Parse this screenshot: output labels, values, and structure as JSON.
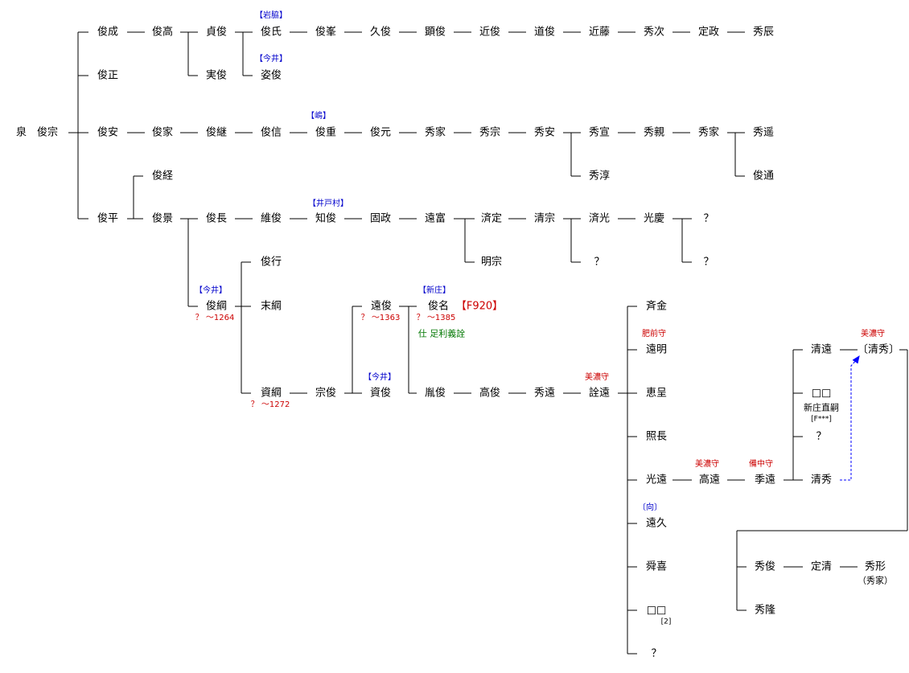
{
  "tree": {
    "root": "泉　俊宗",
    "r1": [
      "俊成",
      "俊高",
      "貞俊",
      "俊氏",
      "俊峯",
      "久俊",
      "顕俊",
      "近俊",
      "道俊",
      "近藤",
      "秀次",
      "定政",
      "秀辰"
    ],
    "r1_labels": {
      "iwawaki": "【岩脇】",
      "imai": "【今井】"
    },
    "r2": {
      "toshimasa": "俊正",
      "sanetoshi": "実俊",
      "shitoshi": "姿俊"
    },
    "r3": [
      "俊安",
      "俊家",
      "俊継",
      "俊信",
      "俊重",
      "俊元",
      "秀家",
      "秀宗",
      "秀安",
      "秀宣",
      "秀親",
      "秀家",
      "秀遥"
    ],
    "r3_label": "【嶋】",
    "r4": {
      "hidejun": "秀淳",
      "toshitsu": "俊通",
      "toshitsune": "俊経"
    },
    "r5": [
      "俊平",
      "俊景",
      "俊長",
      "維俊",
      "知俊",
      "固政",
      "遠富",
      "済定",
      "清宗",
      "済光",
      "光慶",
      "？"
    ],
    "r5_label": "【井戸村】",
    "r6": {
      "toshiyuki": "俊行",
      "akimune": "明宗",
      "q1": "？",
      "q2": "？"
    },
    "r7": {
      "label_imai": "【今井】",
      "toshitsuna": "俊綱",
      "suetsuna": "末綱",
      "toshitsuna_date": "？ ～1264",
      "tootoshi": "遠俊",
      "tootoshi_date": "？ ～1363",
      "label_shinjo": "【新庄】",
      "toshina": "俊名",
      "f920": "【F920】",
      "toshina_date": "？ ～1385",
      "service": "仕 足利義詮",
      "seikin": "斉金"
    },
    "r8": {
      "hizen": "肥前守",
      "toomei": "遠明"
    },
    "r9": {
      "sukeduna": "資綱",
      "sukeduna_date": "？ ～1272",
      "munetoshi": "宗俊",
      "label_imai": "【今井】",
      "suketoshi": "資俊",
      "hirotoshi": "胤俊",
      "takatoshi": "高俊",
      "hidetoo": "秀遠",
      "mino": "美濃守",
      "akitoo": "詮遠",
      "keitei": "恵呈"
    },
    "right": {
      "kiyotoo": "清遠",
      "mino": "美濃守",
      "kiyohide": "〔清秀〕",
      "boxes": "□□",
      "naotsugu": "新庄直嗣",
      "fcode": "[F***]",
      "q": "？",
      "kiyohide2": "清秀"
    },
    "lower": {
      "terunaga": "照長",
      "mitsutoo": "光遠",
      "mino": "美濃守",
      "takatoo": "高遠",
      "bicchu": "備中守",
      "suetoo": "季遠",
      "mukai": "〔向〕",
      "toohisa": "遠久",
      "shunki": "舜喜",
      "boxes": "□□",
      "note2": "[2]",
      "q": "？"
    },
    "bottom_right": {
      "hidetoshi": "秀俊",
      "sadakiyo": "定清",
      "hidekatachi": "秀形",
      "hideie": "（秀家）",
      "hidetaka": "秀隆"
    }
  }
}
